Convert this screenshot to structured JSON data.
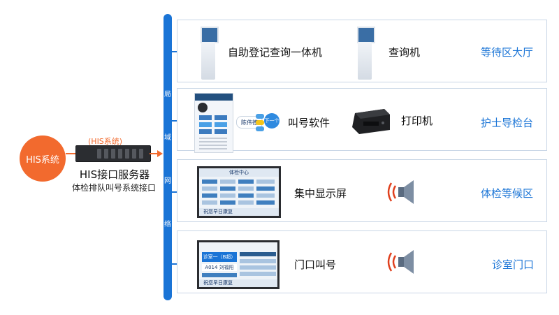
{
  "his_system": {
    "label": "HIS系统",
    "tag": "(HIS系统)"
  },
  "server": {
    "title": "HIS接口服务器",
    "subtitle": "体检排队叫号系统接口"
  },
  "network": {
    "chars": [
      "局",
      "域",
      "网",
      "络"
    ]
  },
  "panels": [
    {
      "items": [
        "自助登记查询一体机",
        "查询机"
      ],
      "area": "等待区大厅"
    },
    {
      "items": [
        "叫号软件",
        "打印机"
      ],
      "area": "护士导检台"
    },
    {
      "items": [
        "集中显示屏"
      ],
      "area": "体检等候区"
    },
    {
      "items": [
        "门口叫号"
      ],
      "area": "诊室门口"
    }
  ],
  "software": {
    "pill": "陈伟德",
    "next": "下一个"
  },
  "screen_center": {
    "header": "体检中心",
    "footer": "祝您早日康复"
  },
  "screen_door": {
    "title": "诊室一（B超）",
    "patient": "A014 刘福阳",
    "footer": "祝您早日康复"
  },
  "colors": {
    "orange": "#f26a2e",
    "blue": "#1a74d6"
  }
}
